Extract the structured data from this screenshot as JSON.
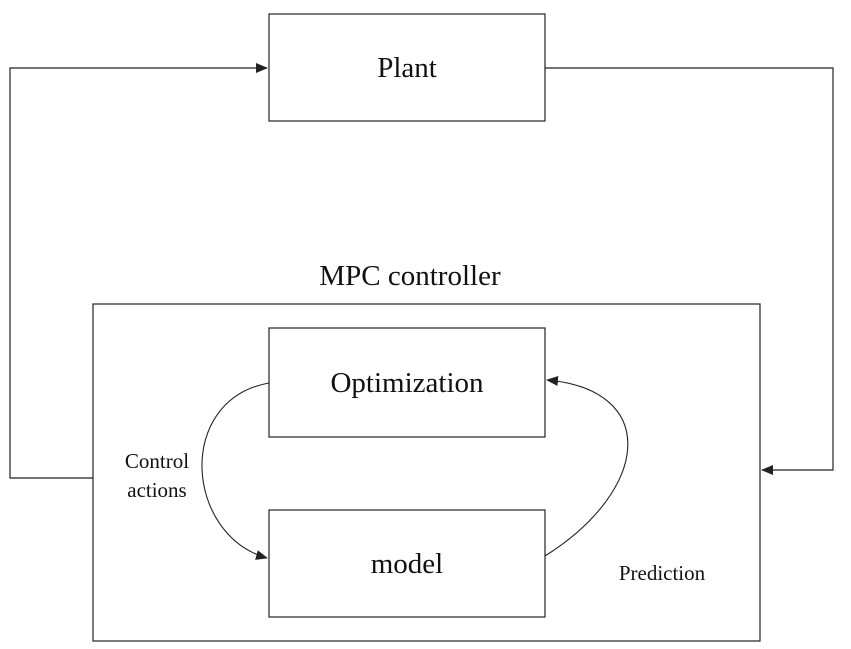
{
  "diagram": {
    "plant_label": "Plant",
    "controller_label": "MPC controller",
    "optimization_label": "Optimization",
    "model_label": "model",
    "control_actions_line1": "Control",
    "control_actions_line2": "actions",
    "prediction_label": "Prediction"
  },
  "colors": {
    "stroke": "#222222",
    "background": "#ffffff"
  }
}
